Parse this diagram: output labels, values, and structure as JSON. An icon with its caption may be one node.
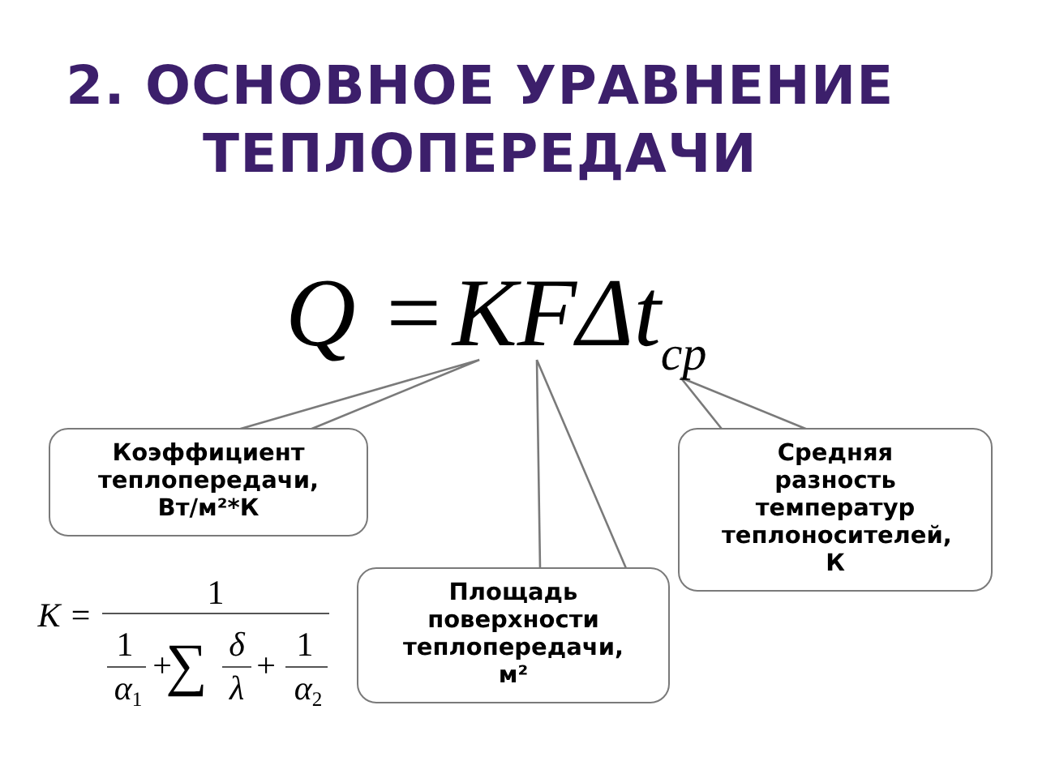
{
  "diagram": {
    "title": "2. ОСНОВНОЕ УРАВНЕНИЕ ТЕПЛОПЕРЕДАЧИ",
    "nodes": [
      {
        "text": [
          "K"
        ]
      },
      {
        "text": [
          "F"
        ]
      },
      {
        "text": [
          "Δt$_{ср}$"
        ]
      },
      {
        "text": [
          "Коэффициент теплопередачи, Вт/м²*К"
        ]
      },
      {
        "text": [
          "Средняя разность температур теплоносителей, К"
        ]
      },
      {
        "text": [
          "Площадь поверхности теплопередачи, м²"
        ]
      }
    ],
    "edges": [
      {
        "from": 3,
        "to": 0,
        "arrow": "none"
      },
      {
        "from": 5,
        "to": 1,
        "arrow": "none"
      },
      {
        "from": 4,
        "to": 2,
        "arrow": "none"
      }
    ],
    "labels": [
      "Q =",
      "K =",
      "1",
      "1",
      "α$_{1}$",
      "+",
      "∑",
      "δ",
      "λ",
      "+",
      "1",
      "α$_{2}$"
    ]
  }
}
